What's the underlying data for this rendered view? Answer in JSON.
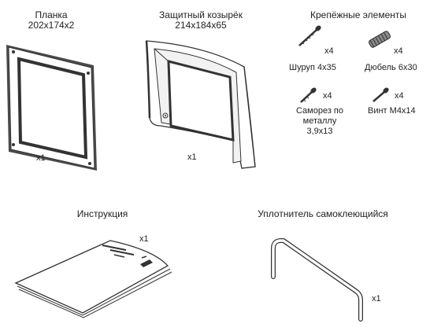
{
  "plate": {
    "title": "Планка",
    "dims": "202x174x2",
    "qty": "x1"
  },
  "visor": {
    "title": "Защитный козырёк",
    "dims": "214x184x65",
    "qty": "x1"
  },
  "fasteners": {
    "title": "Крепёжные элементы",
    "items": [
      {
        "label": "Шуруп 4x35",
        "qty": "x4"
      },
      {
        "label": "Дюбель 6x30",
        "qty": "x4"
      },
      {
        "label_lines": [
          "Саморез по",
          "металлу",
          "3,9x13"
        ],
        "qty": "x4"
      },
      {
        "label": "Винт М4x14",
        "qty": "x4"
      }
    ]
  },
  "manual": {
    "title": "Инструкция",
    "qty": "x1"
  },
  "seal": {
    "title": "Уплотнитель самоклеющийся",
    "qty": "x1"
  }
}
